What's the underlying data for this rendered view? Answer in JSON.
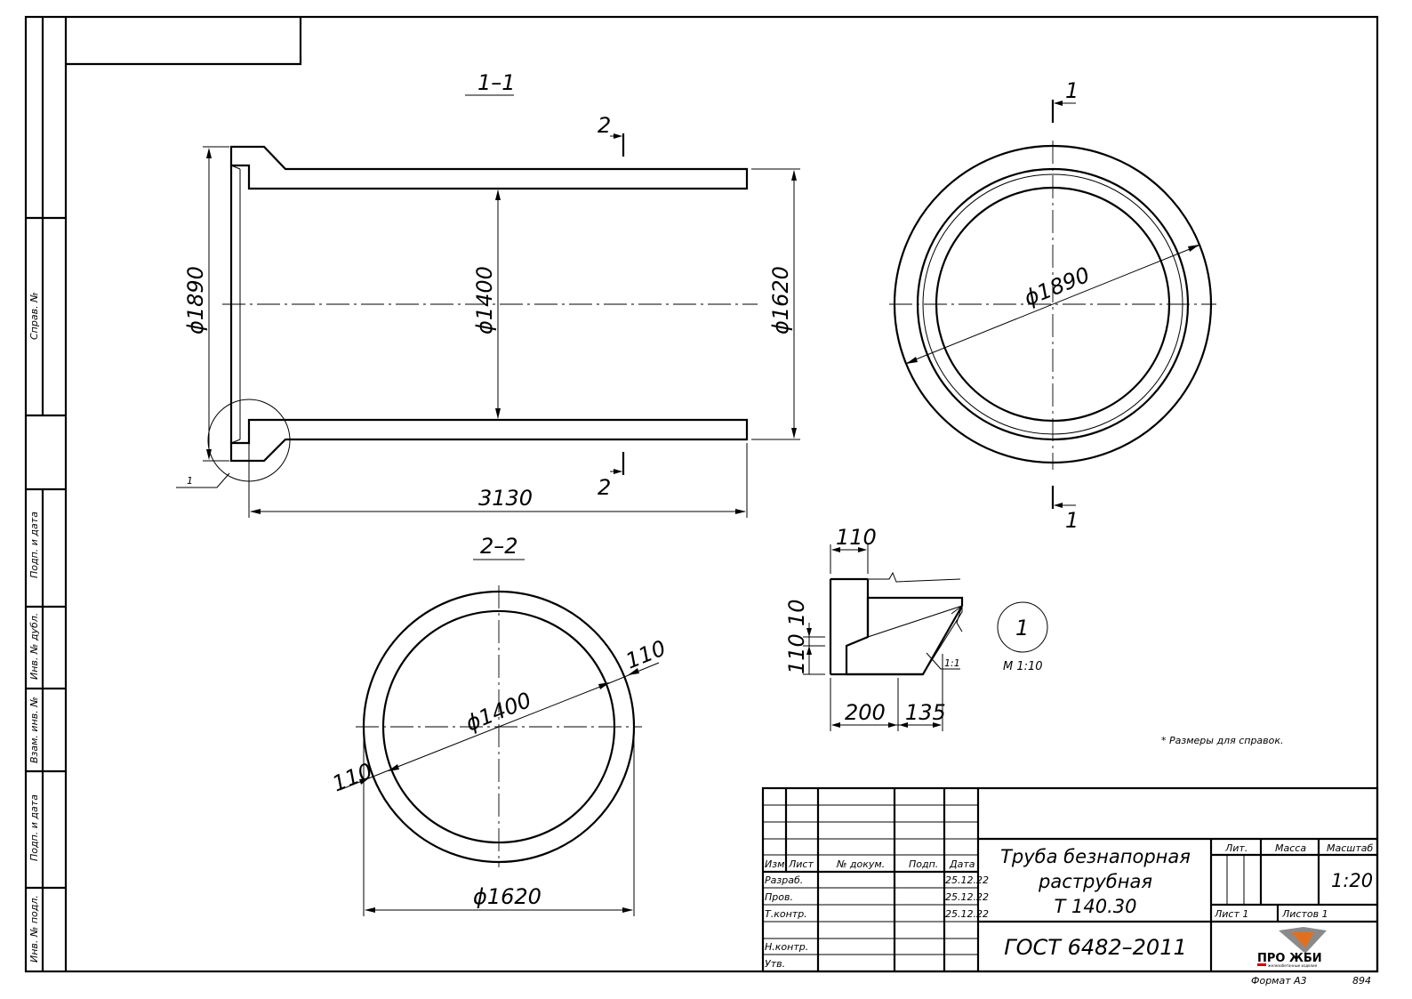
{
  "sections": {
    "s11": "1–1",
    "s22": "2–2",
    "cut1_top": "1",
    "cut1_bottom": "1",
    "cut2_top": "2",
    "cut2_bottom": "2",
    "callout": "1"
  },
  "dims": {
    "d1890_side": "ϕ1890",
    "d1400_side": "ϕ1400",
    "d1620_side": "ϕ1620",
    "len3130": "3130",
    "d1890_end": "ϕ1890",
    "d1400_sec": "ϕ1400",
    "d1620_sec": "ϕ1620",
    "wall_right": "110",
    "wall_left": "110"
  },
  "detail": {
    "top": "110",
    "v10": "10",
    "v110": "110",
    "b200": "200",
    "b135": "135",
    "slope": "1:1",
    "ref_num": "1",
    "scale": "М 1:10"
  },
  "note": "* Размеры для справок.",
  "side_stamp": {
    "sprav": "Справ. №",
    "podp1": "Подп. и дата",
    "inv_dubl": "Инв. № дубл.",
    "vzam": "Взам. инв. №",
    "podp2": "Подп. и дата",
    "inv_podl": "Инв. № подл."
  },
  "title_block": {
    "izm": "Изм.",
    "list": "Лист",
    "ndokum": "№ докум.",
    "podp": "Подп.",
    "data": "Дата",
    "razrab": "Разраб.",
    "prov": "Пров.",
    "tkontr": "Т.контр.",
    "nkontr": "Н.контр.",
    "utv": "Утв.",
    "date1": "25.12.22",
    "date2": "25.12.22",
    "date3": "25.12.22",
    "name1": "Труба безнапорная",
    "name2": "раструбная",
    "name3": "Т 140.30",
    "gost": "ГОСТ  6482–2011",
    "lit": "Лит.",
    "massa": "Масса",
    "masshtab": "Масштаб",
    "scale": "1:20",
    "sheet": "Лист  1",
    "sheets": "Листов  1",
    "logo": "ПРО ЖБИ",
    "logo_sub": "железобетонные изделия"
  },
  "format": "Формат А3",
  "code": "894"
}
